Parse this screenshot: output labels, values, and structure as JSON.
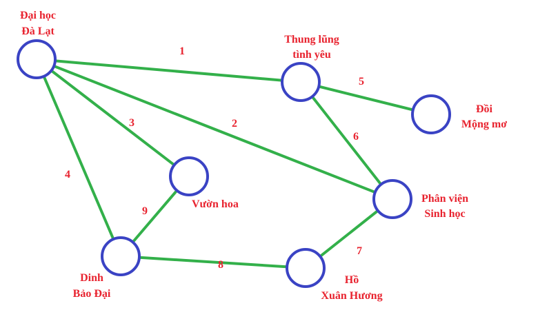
{
  "colors": {
    "edge": "#33b04a",
    "node_stroke": "#3a43c4",
    "label": "#e8232f",
    "background": "#ffffff"
  },
  "nodes": [
    {
      "id": "dai-hoc-da-lat",
      "label_lines": [
        "Đại học",
        "Đà Lạt"
      ]
    },
    {
      "id": "thung-lung-tinh-yeu",
      "label_lines": [
        "Thung lũng",
        "tình yêu"
      ]
    },
    {
      "id": "doi-mong-mo",
      "label_lines": [
        "Đồi",
        "Mộng mơ"
      ]
    },
    {
      "id": "vuon-hoa",
      "label_lines": [
        "Vườn hoa"
      ]
    },
    {
      "id": "phan-vien-sinh-hoc",
      "label_lines": [
        "Phân viện",
        "Sinh học"
      ]
    },
    {
      "id": "dinh-bao-dai",
      "label_lines": [
        "Dinh",
        "Bảo Đại"
      ]
    },
    {
      "id": "ho-xuan-huong",
      "label_lines": [
        "Hồ",
        "Xuân Hương"
      ]
    }
  ],
  "edges": [
    {
      "from": "dai-hoc-da-lat",
      "to": "thung-lung-tinh-yeu",
      "weight": "1"
    },
    {
      "from": "dai-hoc-da-lat",
      "to": "phan-vien-sinh-hoc",
      "weight": "2"
    },
    {
      "from": "dai-hoc-da-lat",
      "to": "vuon-hoa",
      "weight": "3"
    },
    {
      "from": "dai-hoc-da-lat",
      "to": "dinh-bao-dai",
      "weight": "4"
    },
    {
      "from": "thung-lung-tinh-yeu",
      "to": "doi-mong-mo",
      "weight": "5"
    },
    {
      "from": "thung-lung-tinh-yeu",
      "to": "phan-vien-sinh-hoc",
      "weight": "6"
    },
    {
      "from": "phan-vien-sinh-hoc",
      "to": "ho-xuan-huong",
      "weight": "7"
    },
    {
      "from": "dinh-bao-dai",
      "to": "ho-xuan-huong",
      "weight": "8"
    },
    {
      "from": "dinh-bao-dai",
      "to": "vuon-hoa",
      "weight": "9"
    }
  ]
}
